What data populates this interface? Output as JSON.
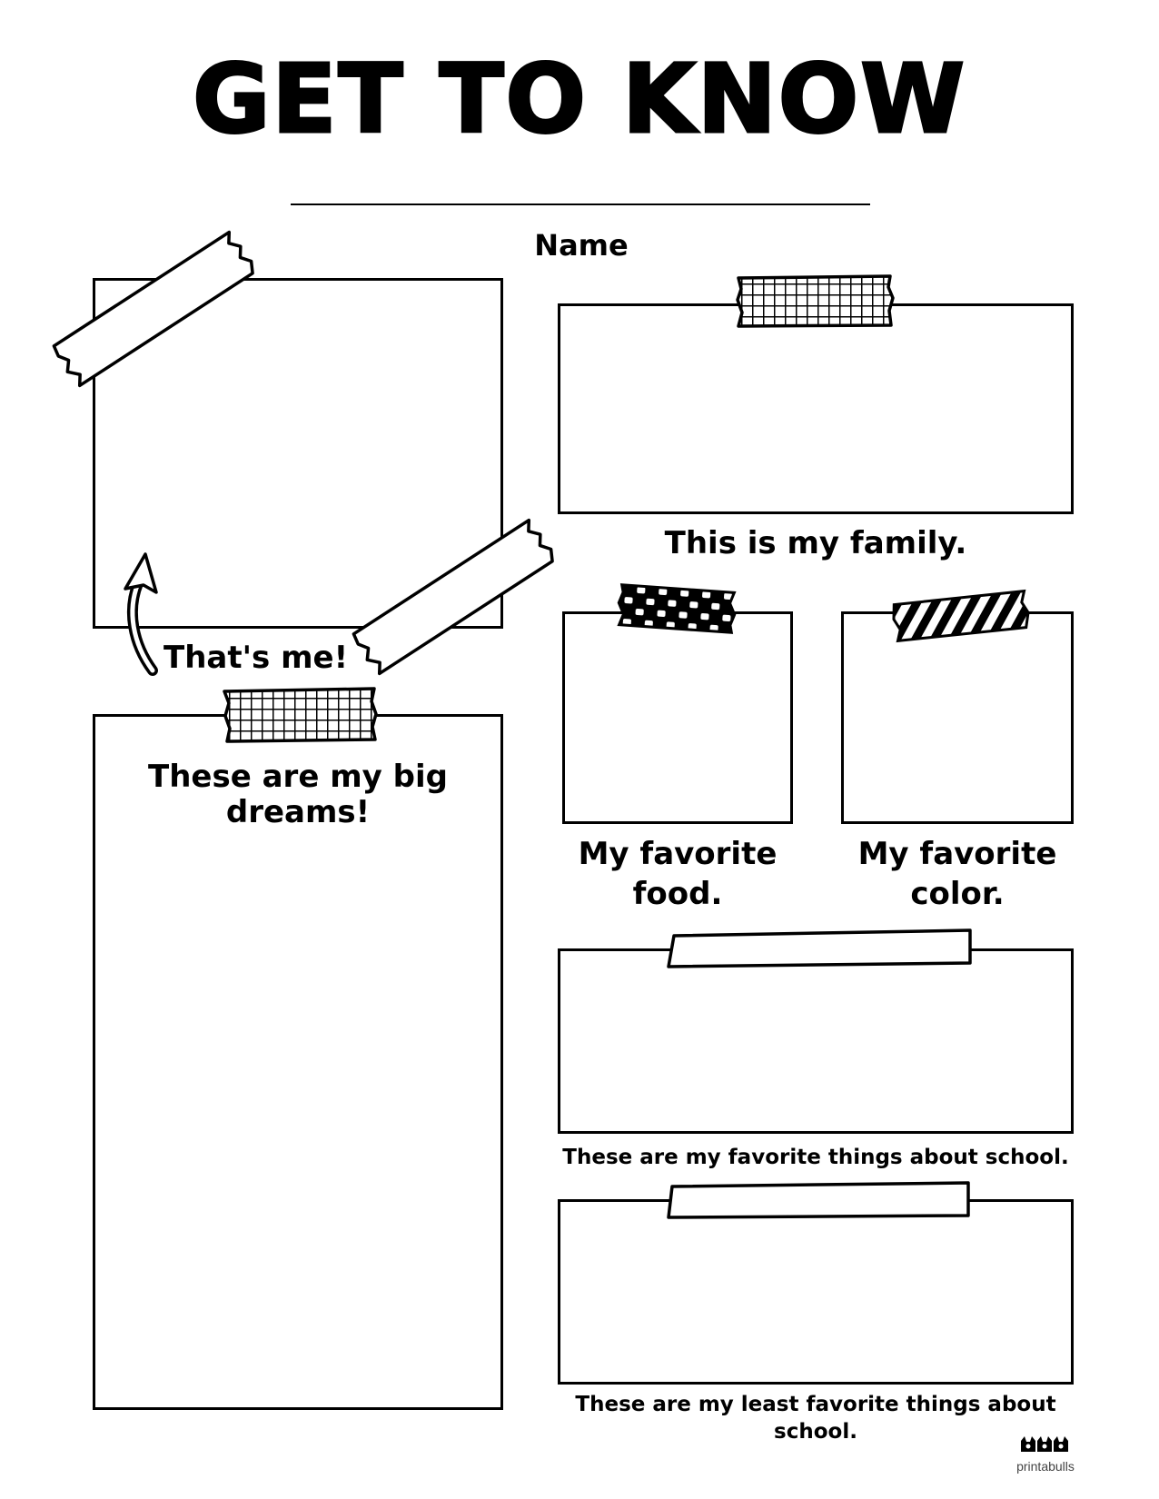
{
  "worksheet": {
    "title": "GET TO KNOW",
    "name_label": "Name",
    "thats_me": "That's me!",
    "family_caption": "This is my family.",
    "food_caption_line1": "My favorite",
    "food_caption_line2": "food.",
    "color_caption_line1": "My favorite",
    "color_caption_line2": "color.",
    "dreams_caption_line1": "These are my big",
    "dreams_caption_line2": "dreams!",
    "school_favorite_caption": "These are my favorite things about school.",
    "school_least_caption": "These are my least favorite things about school.",
    "logo_text": "printabulls"
  },
  "colors": {
    "ink": "#000000",
    "paper": "#ffffff"
  },
  "icons": [
    "arrow-icon",
    "tape-icon",
    "bulldog-logo-icon"
  ]
}
